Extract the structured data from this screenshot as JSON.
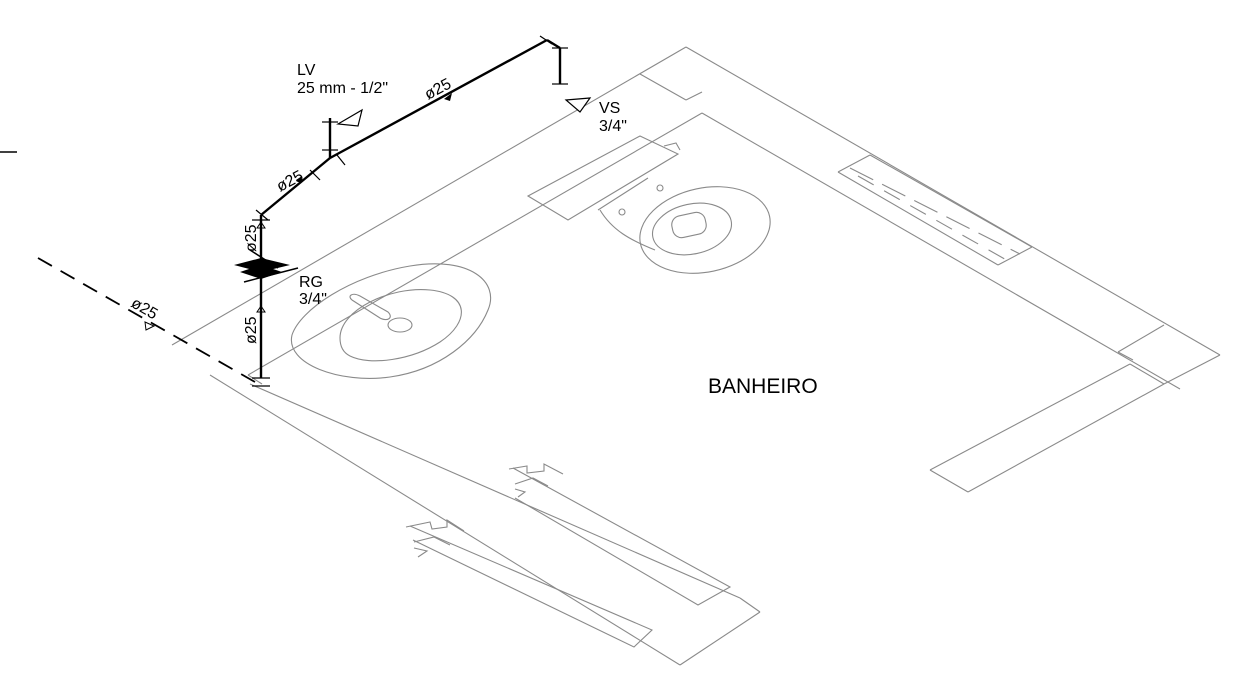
{
  "labels": {
    "lv_name": "LV",
    "lv_size": "25 mm - 1/2\"",
    "vs_name": "VS",
    "vs_size": "3/4\"",
    "rg_name": "RG",
    "rg_size": "3/4\"",
    "diam_top": "ø25",
    "diam_top_left": "ø25",
    "diam_vertical_upper": "ø25",
    "diam_vertical_lower": "ø25",
    "diam_supply": "ø25",
    "room_name": "BANHEIRO"
  }
}
